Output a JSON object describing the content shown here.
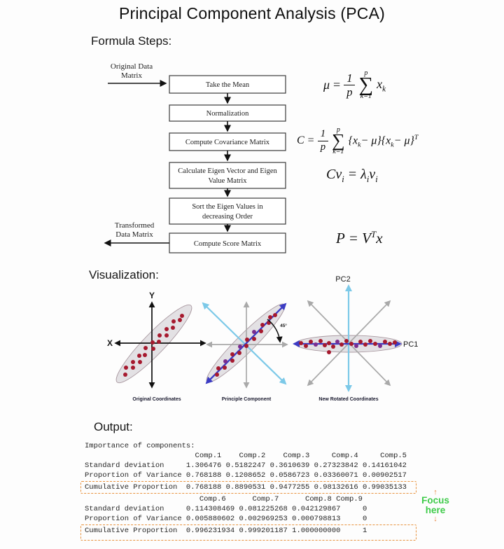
{
  "title": "Principal Component Analysis (PCA)",
  "sections": {
    "formula": "Formula Steps:",
    "visualization": "Visualization:",
    "output": "Output:"
  },
  "flowchart": {
    "input_label": {
      "l1": "Original Data",
      "l2": "Matrix"
    },
    "output_label": {
      "l1": "Transformed",
      "l2": "Data Matrix"
    },
    "boxes": [
      {
        "l1": "Take the Mean"
      },
      {
        "l1": "Normalization"
      },
      {
        "l1": "Compute Covariance Matrix"
      },
      {
        "l1": "Calculate Eigen Vector and Eigen",
        "l2": "Value Matrix"
      },
      {
        "l1": "Sort the Eigen Values in",
        "l2": "decreasing Order"
      },
      {
        "l1": "Compute Score Matrix"
      }
    ]
  },
  "formulas": {
    "f1": {
      "lhs": "μ",
      "eq": "=",
      "num": "1",
      "den": "p",
      "sum_top": "p",
      "sum_sym": "∑",
      "sum_bot": "k=1",
      "var": "x",
      "var_sub": "k"
    },
    "f2": {
      "lhs": "C",
      "eq": "=",
      "num": "1",
      "den": "p",
      "sum_top": "p",
      "sum_sym": "∑",
      "sum_bot": "k=1",
      "t1": "{x",
      "s1": "k",
      "t2": "− μ}{x",
      "s2": "k",
      "t3": "− μ}",
      "sup": "T"
    },
    "f3": {
      "t1": "Cv",
      "s1": "i",
      "t2": "= λ",
      "s2": "i",
      "t3": "v",
      "s3": "i"
    },
    "f4": {
      "t1": "P = V",
      "sup": "T",
      "t2": "x"
    }
  },
  "viz": {
    "panels": [
      {
        "caption": "Original Coordinates",
        "x_label": "X",
        "y_label": "Y"
      },
      {
        "caption": "Principle Component",
        "angle_label": "45°"
      },
      {
        "caption": "New Rotated Coordinates",
        "pc1": "PC1",
        "pc2": "PC2"
      }
    ]
  },
  "output": {
    "lines": [
      "Importance of components:",
      "                         Comp.1    Comp.2    Comp.3     Comp.4     Comp.5",
      "Standard deviation     1.306476 0.5182247 0.3610639 0.27323842 0.14161042",
      "Proportion of Variance 0.768188 0.1208652 0.0586723 0.03360071 0.00902517",
      "Cumulative Proportion  0.768188 0.8890531 0.9477255 0.98132616 0.99035133",
      "                          Comp.6      Comp.7      Comp.8 Comp.9",
      "Standard deviation     0.114308469 0.081225268 0.042129867     0",
      "Proportion of Variance 0.005880602 0.002969253 0.000798813     0",
      "Cumulative Proportion  0.996231934 0.999201187 1.000000000     1"
    ],
    "focus": {
      "up": "↑",
      "line1": "Focus",
      "line2": "here",
      "down": "↓"
    }
  },
  "colors": {
    "cyan_axis": "#7cc9e8",
    "blue_axis": "#3c3cc4",
    "grey_axis": "#a9a9a9",
    "dot_red": "#a6192e",
    "dot_purple": "#7b2d8e",
    "highlight_orange": "#e8923e",
    "focus_green": "#3fcb4a"
  }
}
